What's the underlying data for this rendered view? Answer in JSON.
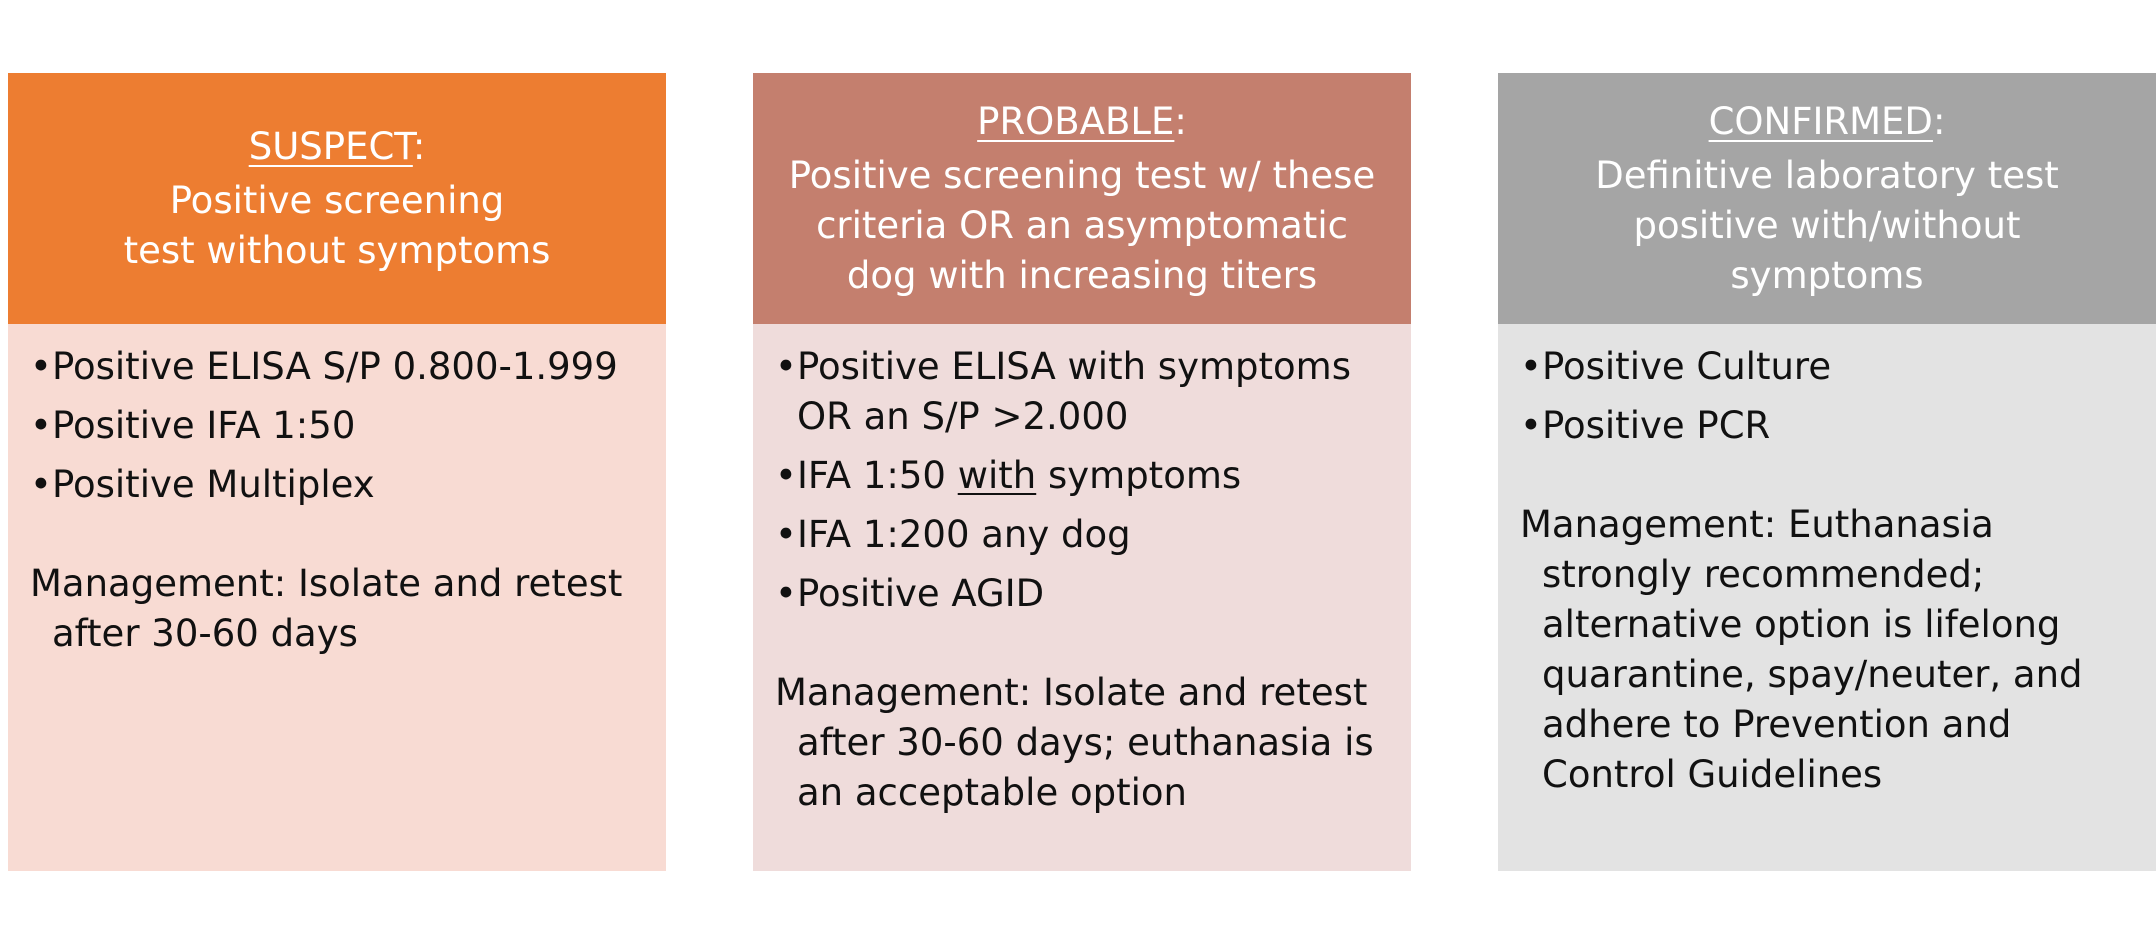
{
  "colors": {
    "suspect_header": "#ed7d31",
    "suspect_body": "#f8dbd3",
    "probable_header": "#c47f6e",
    "probable_body": "#efdcdb",
    "confirmed_header": "#a5a5a5",
    "confirmed_body": "#e3e3e3"
  },
  "columns": [
    {
      "title": "SUSPECT",
      "colon": ":",
      "subtitle_lines": [
        "Positive screening",
        "test without symptoms"
      ],
      "bullet": "•",
      "criteria": [
        "Positive ELISA S/P 0.800-1.999",
        "Positive IFA 1:50",
        "Positive Multiplex"
      ],
      "management": "Management: Isolate and retest after 30-60 days"
    },
    {
      "title": "PROBABLE",
      "colon": ":",
      "subtitle_lines": [
        "Positive screening test w/ these",
        "criteria OR an asymptomatic",
        "dog with increasing titers"
      ],
      "bullet": "•",
      "criteria": [
        "Positive ELISA with symptoms OR an S/P >2.000",
        {
          "before": "IFA 1:50 ",
          "underlined": "with",
          "after": " symptoms"
        },
        "IFA 1:200 any dog",
        "Positive AGID"
      ],
      "management": "Management: Isolate and retest after 30-60 days; euthanasia is an acceptable option"
    },
    {
      "title": "CONFIRMED",
      "colon": ":",
      "subtitle_lines": [
        "Definitive laboratory test",
        "positive with/without",
        "symptoms"
      ],
      "bullet": "•",
      "criteria": [
        "Positive Culture",
        "Positive PCR"
      ],
      "management": "Management: Euthanasia strongly recommended; alternative option is lifelong quarantine, spay/neuter, and adhere to Prevention and Control Guidelines"
    }
  ]
}
